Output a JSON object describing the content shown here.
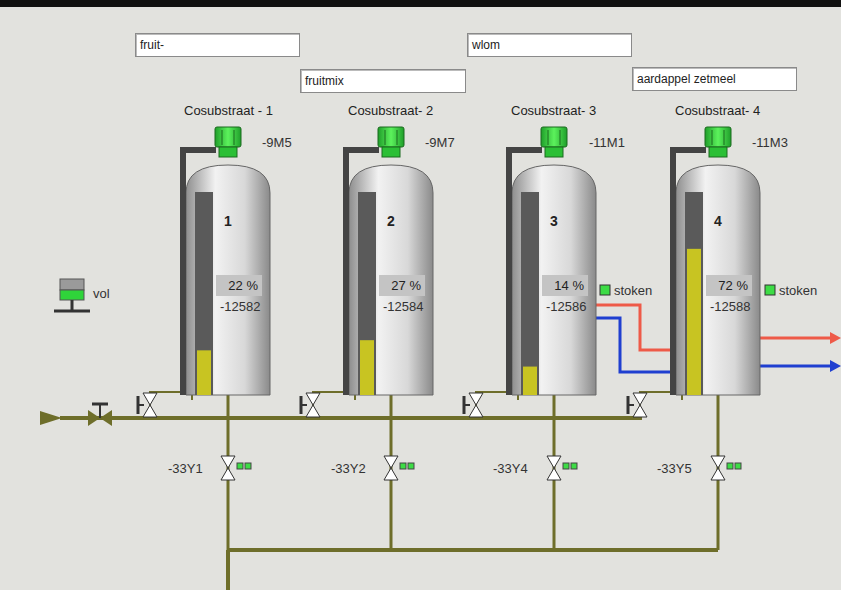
{
  "diagram": {
    "nodes": [
      {
        "text": [
          "fruit-"
        ]
      },
      {
        "text": [
          "wlom"
        ]
      },
      {
        "text": [
          "fruitmix"
        ]
      },
      {
        "text": [
          "aardappel zetmeel"
        ]
      },
      {
        "text": [
          "Cosubstraat - 1",
          "1",
          "22 %",
          "-12582"
        ]
      },
      {
        "text": [
          "Cosubstraat- 2",
          "2",
          "27 %",
          "-12584"
        ]
      },
      {
        "text": [
          "Cosubstraat- 3",
          "3",
          "14 %",
          "-12586"
        ]
      },
      {
        "text": [
          "Cosubstraat- 4",
          "4",
          "72 %",
          "-12588"
        ]
      }
    ],
    "labels": [
      "-9M5",
      "-9M7",
      "-11M1",
      "-11M3",
      "stoken",
      "stoken",
      "vol",
      "-33Y1",
      "-33Y2",
      "-33Y4",
      "-33Y5"
    ]
  }
}
